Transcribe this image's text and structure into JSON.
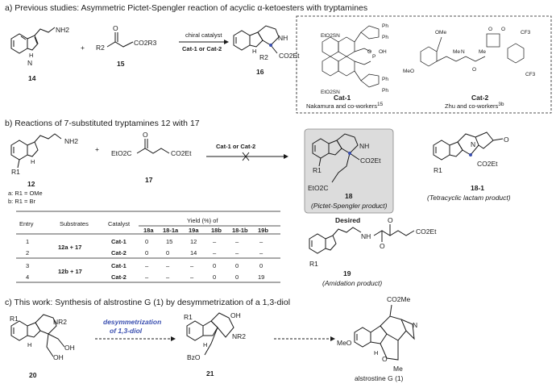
{
  "section_a": {
    "title": "a) Previous studies: Asymmetric Pictet-Spengler reaction of acyclic α-ketoesters with tryptamines",
    "compound_14": "14",
    "compound_15": "15",
    "compound_16": "16",
    "nh2": "NH2",
    "nh": "NH",
    "h": "H",
    "co2r3": "CO2R3",
    "r2": "R2",
    "co2et": "CO2Et",
    "plus": "+",
    "arrow_top": "chiral catalyst",
    "arrow_bottom": "Cat-1 or Cat-2",
    "cat1_label": "Cat-1",
    "cat1_credit": "Nakamura and co-workers",
    "cat1_ref": "15",
    "cat2_label": "Cat-2",
    "cat2_credit": "Zhu and co-workers",
    "cat2_ref": "3b",
    "eto2sn": "EtO2SN",
    "ph": "Ph",
    "oh": "OH",
    "p": "P",
    "o": "O",
    "ome": "OMe",
    "meo": "MeO",
    "me": "Me",
    "n": "N",
    "cf3": "CF3"
  },
  "section_b": {
    "title": "b) Reactions of 7-substituted tryptamines 12 with 17",
    "compound_12": "12",
    "compound_17": "17",
    "compound_18": "18",
    "compound_18_1": "18-1",
    "compound_19": "19",
    "r1": "R1",
    "variant_a": "a: R1 = OMe",
    "variant_b": "b: R1 = Br",
    "eto2c": "EtO2C",
    "co2et": "CO2Et",
    "arrow_label": "Cat-1 or Cat-2",
    "product_18_caption": "(Pictet-Spengler product)",
    "desired": "Desired",
    "product_18_1_caption": "(Tetracyclic lactam product)",
    "product_19_caption": "(Amidation product)",
    "table": {
      "headers": [
        "Entry",
        "Substrates",
        "Catalyst",
        "Yield (%) of"
      ],
      "yield_columns": [
        "18a",
        "18-1a",
        "19a",
        "18b",
        "18-1b",
        "19b"
      ],
      "rows": [
        {
          "entry": "1",
          "substrates": "12a + 17",
          "catalyst": "Cat-1",
          "yields": [
            "0",
            "15",
            "12",
            "–",
            "–",
            "–"
          ]
        },
        {
          "entry": "2",
          "substrates": "",
          "catalyst": "Cat-2",
          "yields": [
            "0",
            "0",
            "14",
            "–",
            "–",
            "–"
          ]
        },
        {
          "entry": "3",
          "substrates": "12b + 17",
          "catalyst": "Cat-1",
          "yields": [
            "–",
            "–",
            "–",
            "0",
            "0",
            "0"
          ]
        },
        {
          "entry": "4",
          "substrates": "",
          "catalyst": "Cat-2",
          "yields": [
            "–",
            "–",
            "–",
            "0",
            "0",
            "19"
          ]
        }
      ]
    }
  },
  "section_c": {
    "title": "c) This work: Synthesis of alstrostine G (1) by desymmetrization of a 1,3-diol",
    "compound_20": "20",
    "compound_21": "21",
    "target": "alstrostine G (1)",
    "arrow_line1": "desymmetrization",
    "arrow_line2": "of 1,3-diol",
    "r1": "R1",
    "nr2": "NR2",
    "oh": "OH",
    "bzo": "BzO",
    "co2me": "CO2Me",
    "meo": "MeO",
    "me": "Me",
    "n": "N",
    "h": "H",
    "o": "O"
  },
  "colors": {
    "accent_blue": "#3a4fb0",
    "highlight_box": "#dcdcdc"
  }
}
